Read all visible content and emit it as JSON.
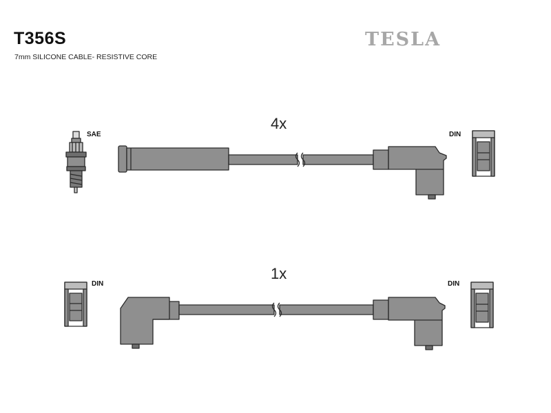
{
  "header": {
    "part_code": "T356S",
    "description": "7mm SILICONE CABLE- RESISTIVE CORE",
    "brand": "TESLA"
  },
  "set_1": {
    "quantity": "4x",
    "left_connector": "SAE",
    "right_connector": "DIN"
  },
  "set_2": {
    "quantity": "1x",
    "left_connector": "DIN",
    "right_connector": "DIN"
  },
  "colors": {
    "part_fill": "#8f8f8f",
    "outline": "#2a2a2a",
    "brand_text": "#a7a7a7"
  }
}
